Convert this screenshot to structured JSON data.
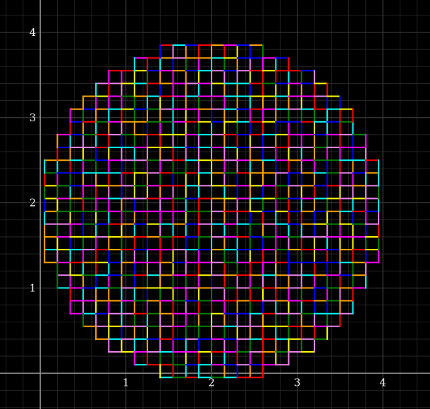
{
  "chart_data": {
    "type": "line",
    "title": "",
    "xlabel": "",
    "ylabel": "",
    "xlim": [
      -0.47,
      4.55
    ],
    "ylim": [
      -0.42,
      4.38
    ],
    "grid": true,
    "x_ticks": [
      {
        "value": 1,
        "label": "1"
      },
      {
        "value": 2,
        "label": "2"
      },
      {
        "value": 3,
        "label": "3"
      },
      {
        "value": 4,
        "label": "4"
      }
    ],
    "y_ticks": [
      {
        "value": 1,
        "label": "1"
      },
      {
        "value": 2,
        "label": "2"
      },
      {
        "value": 3,
        "label": "3"
      },
      {
        "value": 4,
        "label": "4"
      }
    ],
    "shape": "disc of unit-square tiles drawn edge by edge in random colors",
    "disc_center": [
      2.0,
      1.9
    ],
    "disc_radius": 1.95,
    "cell_step": 0.15,
    "edge_colors": [
      "#ff0000",
      "#ffff00",
      "#00ffff",
      "#ff00ff",
      "#0000ff",
      "#ffa500",
      "#008000",
      "#ee82ee"
    ],
    "background": "#000000",
    "grid_color": "#2a2a2a",
    "axis_color": "#8c8c8c"
  }
}
